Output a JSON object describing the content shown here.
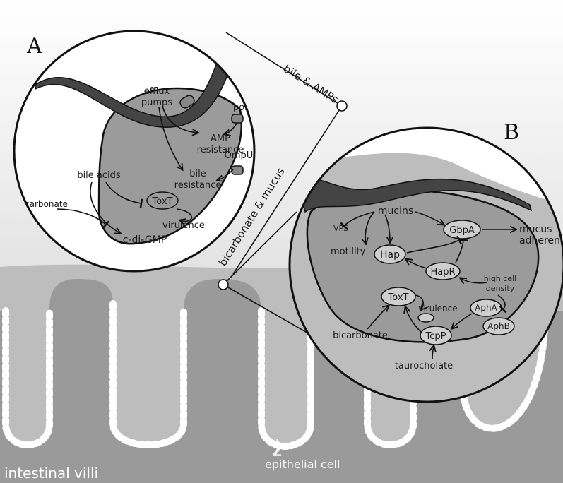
{
  "panels": {
    "a": "A",
    "b": "B"
  },
  "connectors": {
    "top": "bile & AMPs",
    "side": "bicarbonate & mucus"
  },
  "panel_a": {
    "efflux_1": "efflux",
    "efflux_2": "pumps",
    "porins": "porins",
    "amp_1": "AMP",
    "amp_2": "resistance",
    "ompu": "OmpU",
    "bile_1": "bile",
    "bile_2": "resistance",
    "bile_acids": "bile acids",
    "toxt": "ToxT",
    "bicarbonate": "bicarbonate",
    "virulence": "virulence",
    "cdigmp": "c-di-GMP"
  },
  "panel_b": {
    "mucins": "mucins",
    "vps": "VPS",
    "gbpa": "GbpA",
    "mucus_1": "mucus",
    "mucus_2": "adherence",
    "motility": "motility",
    "hap": "Hap",
    "hapr": "HapR",
    "hcd_1": "high cell",
    "hcd_2": "density",
    "toxt": "ToxT",
    "virulence": "virulence",
    "apha": "AphA",
    "aphb": "AphB",
    "bicarbonate": "bicarbonate",
    "tcpp": "TcpP",
    "taurocholate": "taurocholate"
  },
  "background": {
    "villi": "intestinal villi",
    "epithelial": "epithelial cell"
  }
}
